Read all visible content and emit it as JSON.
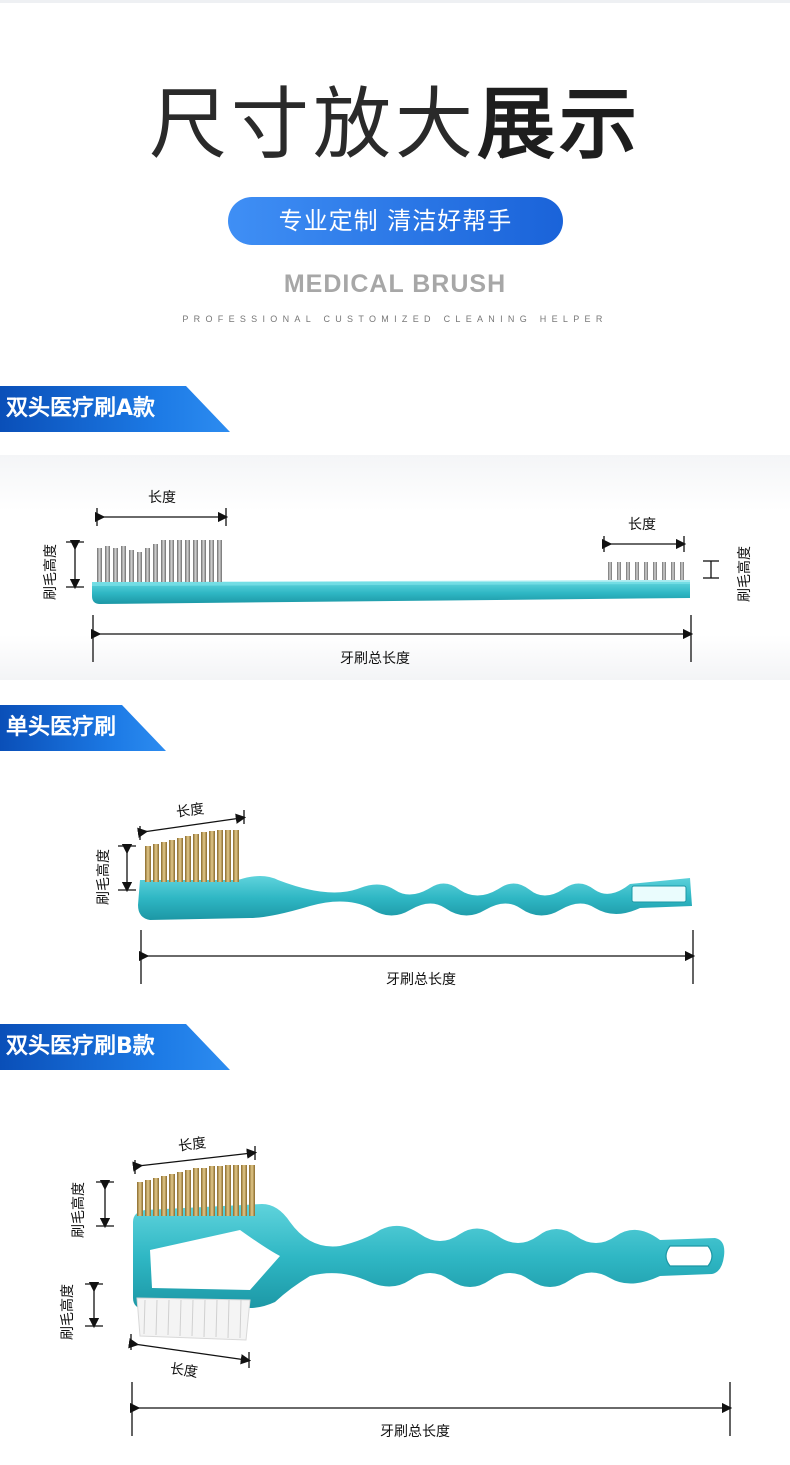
{
  "hero": {
    "title_light": "尺寸放大",
    "title_bold": "展示",
    "pill_text": "专业定制 清洁好帮手",
    "en_title": "MEDICAL BRUSH",
    "en_subtitle": "PROFESSIONAL CUSTOMIZED CLEANING HELPER"
  },
  "sections": [
    {
      "tag": "双头医疗刷A款",
      "labels": {
        "length_left": "长度",
        "length_right": "长度",
        "height_left": "刷毛高度",
        "height_right": "刷毛高度",
        "total": "牙刷总长度"
      }
    },
    {
      "tag": "单头医疗刷",
      "labels": {
        "length": "长度",
        "height": "刷毛高度",
        "total": "牙刷总长度"
      }
    },
    {
      "tag": "双头医疗刷B款",
      "labels": {
        "length_top": "长度",
        "height_top": "刷毛高度",
        "height_bottom": "刷毛高度",
        "length_bottom": "长度",
        "total": "牙刷总长度"
      }
    }
  ],
  "colors": {
    "accent_blue": "#1a63d9",
    "handle_teal": "#2fb7c4",
    "bristle_steel": "#8f8f8f",
    "bristle_brass": "#c6a35c",
    "bristle_nylon": "#f4f4f4"
  }
}
